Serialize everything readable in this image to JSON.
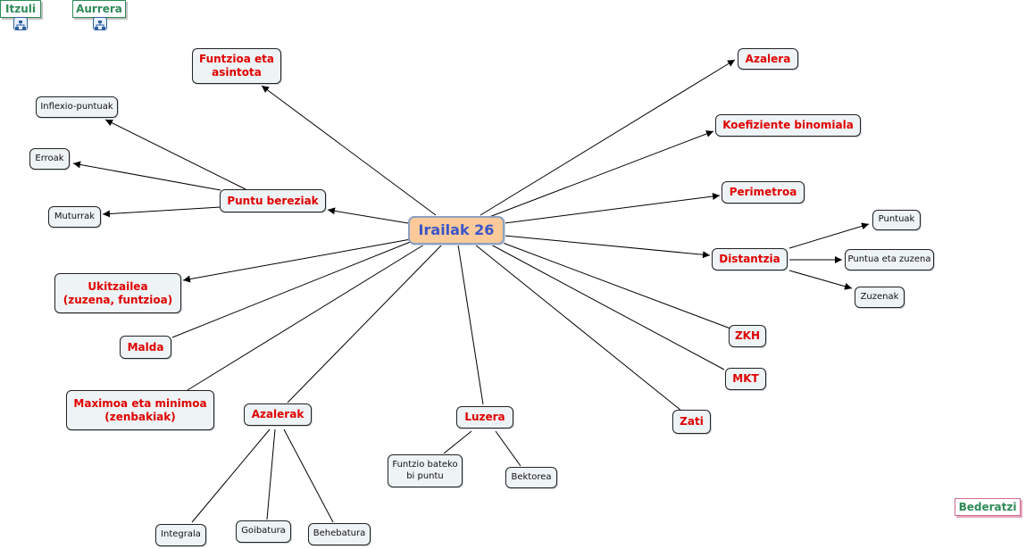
{
  "nav": {
    "back_label": "Itzuli",
    "forward_label": "Aurrera",
    "bottom_label": "Bederatzi"
  },
  "map": {
    "center": "Irailak 26",
    "topics": {
      "funtzioa": "Funtzioa eta\nasintota",
      "azalera": "Azalera",
      "koefiziente": "Koefiziente binomiala",
      "perimetroa": "Perimetroa",
      "distantzia": "Distantzia",
      "zkh": "ZKH",
      "mkt": "MKT",
      "zati": "Zati",
      "luzera": "Luzera",
      "azalerak": "Azalerak",
      "maximoa": "Maximoa eta minimoa\n(zenbakiak)",
      "malda": "Malda",
      "ukitzailea": "Ukitzailea\n(zuzena, funtzioa)",
      "puntu_bereziak": "Puntu bereziak"
    },
    "subtopics": {
      "inflexio": "Inflexio-puntuak",
      "erroak": "Erroak",
      "muturrak": "Muturrak",
      "puntuak": "Puntuak",
      "puntua_zuzena": "Puntua eta zuzena",
      "zuzenak": "Zuzenak",
      "funtzio_bi_puntu": "Funtzio bateko\nbi puntu",
      "bektorea": "Bektorea",
      "integrala": "Integrala",
      "goibatura": "Goibatura",
      "behebatura": "Behebatura"
    }
  },
  "colors": {
    "topic_text": "#e00000",
    "center_fill": "#fbc99a",
    "center_text": "#3a55c8",
    "nav_text": "#2e8b57"
  }
}
